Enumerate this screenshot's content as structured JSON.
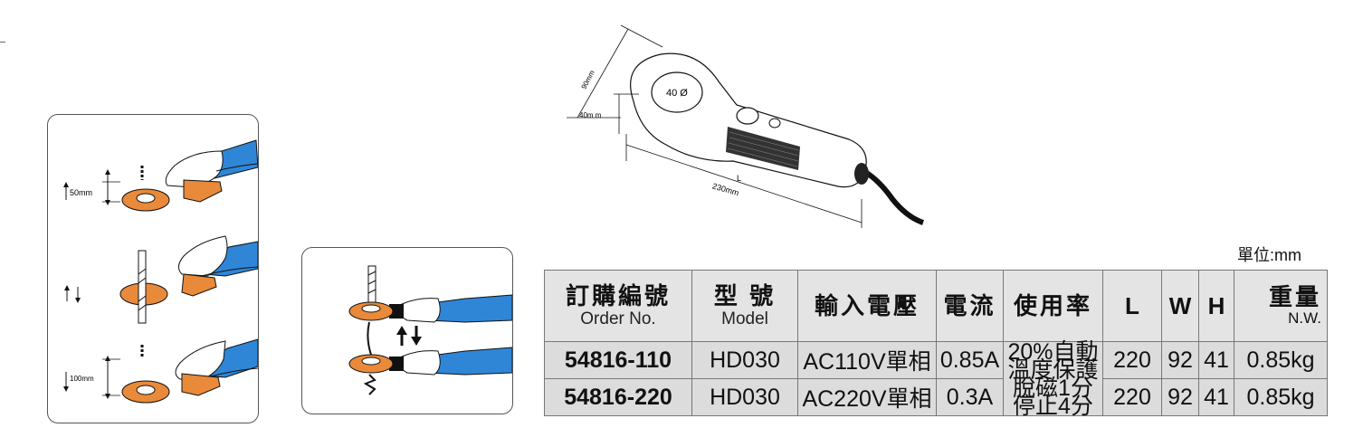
{
  "left_panel": {
    "dims": [
      "50mm",
      "100mm"
    ]
  },
  "product": {
    "dims": {
      "hole": "40 Ø",
      "height": "40m m",
      "width": "90mm",
      "L": "L",
      "length": "230mm"
    }
  },
  "unit": "單位:mm",
  "table": {
    "headers": {
      "order_cn": "訂購編號",
      "order_en": "Order No.",
      "model_cn": "型 號",
      "model_en": "Model",
      "voltage": "輸入電壓",
      "current": "電流",
      "rate": "使用率",
      "L": "L",
      "W": "W",
      "H": "H",
      "nw_cn": "重量",
      "nw_en": "N.W."
    },
    "rate_text": [
      "20%自動溫度保護",
      "脫磁1分停止4分"
    ],
    "rows": [
      {
        "order": "54816-110",
        "model": "HD030",
        "voltage": "AC110V單相",
        "current": "0.85A",
        "L": "220",
        "W": "92",
        "H": "41",
        "nw": "0.85kg"
      },
      {
        "order": "54816-220",
        "model": "HD030",
        "voltage": "AC220V單相",
        "current": "0.3A",
        "L": "220",
        "W": "92",
        "H": "41",
        "nw": "0.85kg"
      }
    ]
  }
}
